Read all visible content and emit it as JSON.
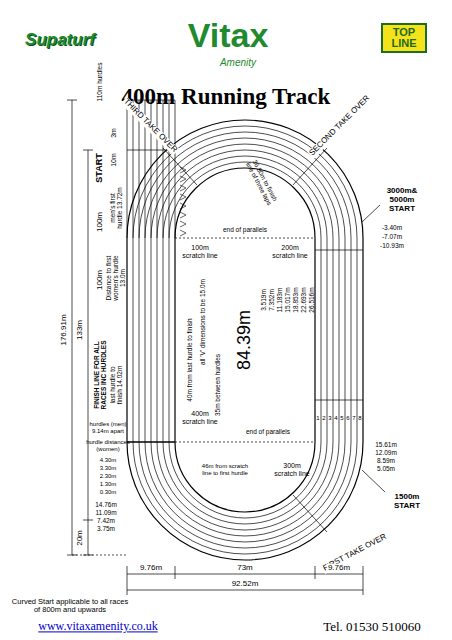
{
  "diagram": {
    "title": "400m Running Track",
    "labels": [
      "Supaturf",
      "Vitax",
      "Amenity",
      "TOP LINE",
      "110m hurdles",
      "START",
      "3m",
      "10m",
      "men's first hurdle 13.72m",
      "100m",
      "176.91m",
      "133m",
      "100m",
      "Distance to first women's hurdle 13.0m",
      "FINISH LINE FOR ALL RACES INC HURDLES",
      "last hurdle to finish 14.02m",
      "hurdles (men) 9.14m apart",
      "hurdle distances (women)",
      "4.30m",
      "3.30m",
      "2.30m",
      "1.30m",
      "0.30m",
      "20m",
      "THIRD TAKE OVER",
      "36.80m to finish line of three laps",
      "100m scratch line",
      "SECOND TAKE OVER",
      "3000m& 5000m START",
      "end of parallels",
      "200m scratch line",
      "all 'V' dimensions to be 15.0m",
      "35m between hurdles",
      "84.39m",
      "1",
      "2",
      "3",
      "4",
      "5",
      "6",
      "7",
      "8",
      "3.519m",
      "7.352m",
      "11.183m",
      "15.017m",
      "18.853m",
      "22.693m",
      "26.516m",
      "-3.40m",
      "-7.07m",
      "-10.93m",
      "400m scratch line",
      "end of parallels",
      "40m from last hurdle to finish",
      "300m scratch line",
      "1500m START",
      "FIRST TAKE OVER",
      "46m from scratch line to first hurdle",
      "15.61m",
      "12.09m",
      "8.59m",
      "5.05m",
      "14.76m",
      "11.09m",
      "7.42m",
      "3.75m",
      "Curved Start applicable to all races of 800m and upwards",
      "9.76m",
      "73m",
      "9.76m",
      "92.52m",
      "www.vitaxamenity.co.uk",
      "Tel. 01530 510060"
    ]
  }
}
